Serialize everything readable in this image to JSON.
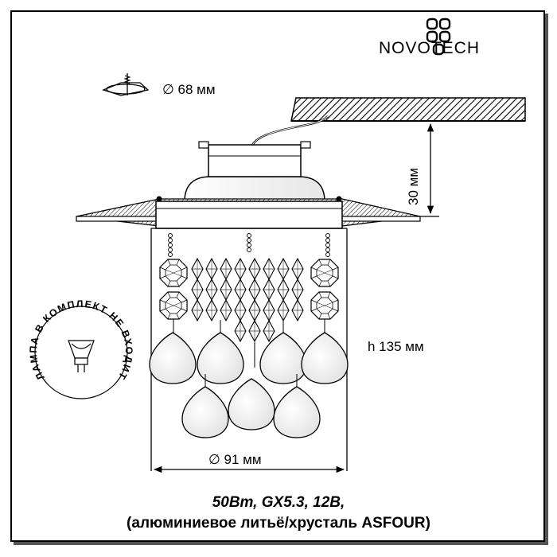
{
  "brand": {
    "name": "NOVOTECH"
  },
  "dimensions": {
    "cutout": "∅ 68 мм",
    "ceiling_gap": "30 мм",
    "height": "h 135 мм",
    "diameter": "∅ 91 мм"
  },
  "notice": {
    "text": "ЛАМПА В КОМПЛЕКТ НЕ ВХОДИТ"
  },
  "specs": {
    "electrical": "50Вт, GX5.3, 12В,",
    "material": "(алюминиевое литьё/хрусталь ASFOUR)"
  },
  "colors": {
    "line": "#000000",
    "background": "#ffffff",
    "frame_shadow": "#555555"
  }
}
